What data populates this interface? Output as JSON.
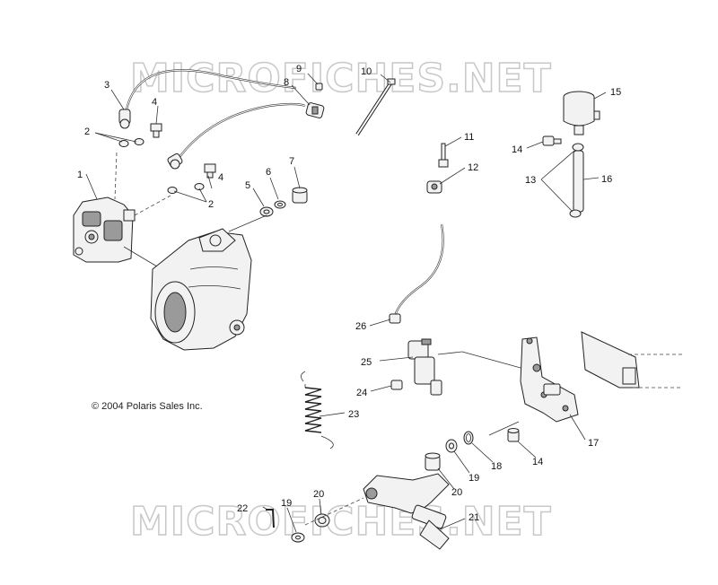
{
  "watermark": "MICROFICHES.NET",
  "copyright": "© 2004 Polaris Sales Inc.",
  "callouts": {
    "c1": "1",
    "c2a": "2",
    "c2b": "2",
    "c3": "3",
    "c4a": "4",
    "c4b": "4",
    "c5": "5",
    "c6": "6",
    "c7": "7",
    "c8": "8",
    "c9": "9",
    "c10": "10",
    "c11": "11",
    "c12": "12",
    "c13": "13",
    "c14a": "14",
    "c14b": "14",
    "c15": "15",
    "c16": "16",
    "c17": "17",
    "c18": "18",
    "c19a": "19",
    "c19b": "19",
    "c20a": "20",
    "c20b": "20",
    "c21": "21",
    "c22": "22",
    "c23": "23",
    "c24": "24",
    "c25": "25",
    "c26": "26"
  }
}
